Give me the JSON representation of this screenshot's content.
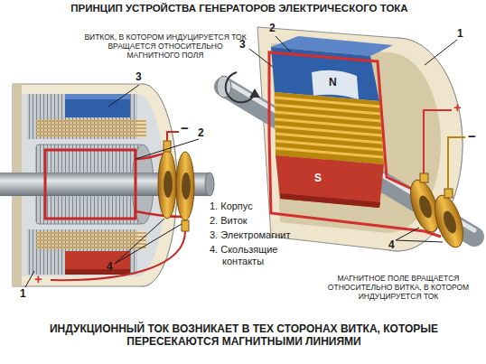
{
  "diagram": {
    "title": "ПРИНЦИП УСТРОЙСТВА ГЕНЕРАТОРОВ ЭЛЕКТРИЧЕСКОГО ТОКА",
    "caption": "ИНДУКЦИОННЫЙ ТОК ВОЗНИКАЕТ В ТЕХ СТОРОНАХ ВИТКА, КОТОРЫЕ ПЕРЕСЕКАЮТСЯ МАГНИТНЫМИ ЛИНИЯМИ",
    "labels": [
      "ВИТКОК, В КОТОРОМ ИНДУЦИРУЕТСЯ ТОК ВРАЩАЕТСЯ ОТНОСИТЕЛЬНО МАГНИТНОГО ПОЛЯ",
      "3",
      "2",
      "1. Корпус",
      "2. Виток",
      "3. Электромагнит",
      "4. Скользящие контакты",
      "1",
      "4",
      "+",
      "−",
      "2",
      "3",
      "1",
      "N",
      "S",
      "+",
      "−",
      "4",
      "МАГНИТНОЕ ПОЛЕ ВРАЩАЕТСЯ ОТНОСИТЕЛЬНО ВИТКА, В КОТОРОМ ИНДУЦИРУЕТСЯ ТОК"
    ]
  }
}
